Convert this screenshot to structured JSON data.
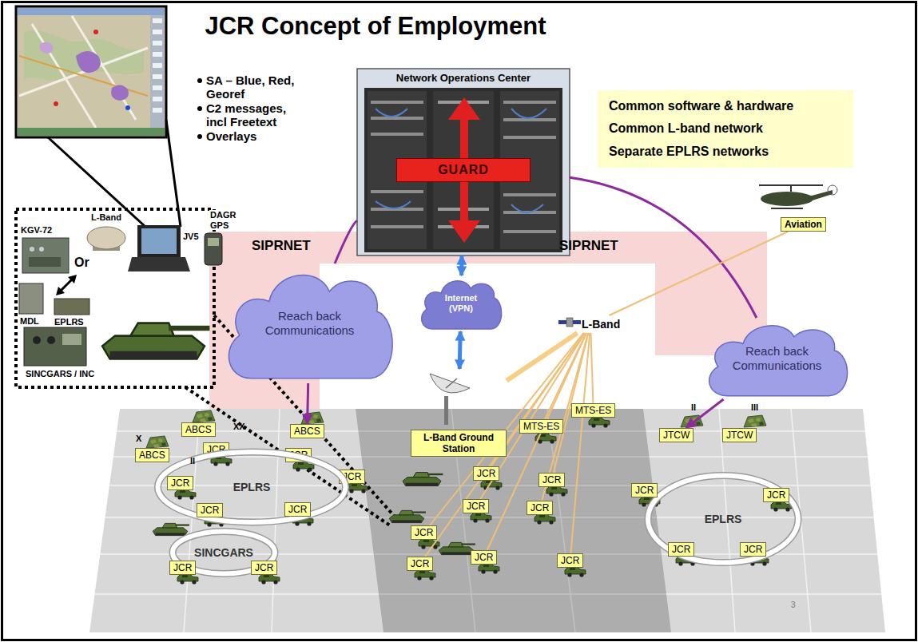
{
  "diagram": {
    "title": "JCR Concept of Employment",
    "nodes": [
      {
        "text": [
          "Network Operations Center"
        ]
      },
      {
        "text": [
          "GUARD"
        ],
        "in": 0
      },
      {
        "text": [
          "Common software & hardware",
          "Common L-band network",
          "Separate EPLRS networks"
        ]
      },
      {
        "text": [
          "Aviation"
        ]
      },
      {
        "text": [
          "Reach back Communications"
        ]
      },
      {
        "text": [
          "Internet (VPN)"
        ]
      },
      {
        "text": [
          "L-Band"
        ]
      },
      {
        "text": [
          "Reach back Communications"
        ]
      },
      {
        "text": [
          "L-Band Ground Station"
        ]
      },
      {
        "text": [
          "MTS-ES"
        ]
      },
      {
        "text": [
          "MTS-ES"
        ]
      },
      {
        "text": [
          "ABCS"
        ]
      },
      {
        "text": [
          "ABCS"
        ]
      },
      {
        "text": [
          "ABCS"
        ]
      },
      {
        "text": [
          "JCR"
        ]
      },
      {
        "text": [
          "JCR"
        ]
      },
      {
        "text": [
          "JCR"
        ]
      },
      {
        "text": [
          "JCR"
        ]
      },
      {
        "text": [
          "EPLRS"
        ]
      },
      {
        "text": [
          "JCR"
        ]
      },
      {
        "text": [
          "JCR"
        ]
      },
      {
        "text": [
          "SINCGARS"
        ]
      },
      {
        "text": [
          "JCR"
        ]
      },
      {
        "text": [
          "JCR"
        ]
      },
      {
        "text": [
          "JCR"
        ]
      },
      {
        "text": [
          "JCR"
        ]
      },
      {
        "text": [
          "JCR"
        ]
      },
      {
        "text": [
          "JCR"
        ]
      },
      {
        "text": [
          "JCR"
        ]
      },
      {
        "text": [
          "JCR"
        ]
      },
      {
        "text": [
          "JCR"
        ]
      },
      {
        "text": [
          "JCR"
        ]
      },
      {
        "text": [
          "JTCW"
        ]
      },
      {
        "text": [
          "JTCW"
        ]
      },
      {
        "text": [
          "EPLRS"
        ]
      },
      {
        "text": [
          "JCR"
        ]
      },
      {
        "text": [
          "JCR"
        ]
      },
      {
        "text": [
          "JCR"
        ]
      },
      {
        "text": [
          "JCR"
        ]
      }
    ],
    "edges": [
      {
        "from": 0,
        "to": 4,
        "arrow": "none"
      },
      {
        "from": 4,
        "to": 12,
        "arrow": "to"
      },
      {
        "from": 0,
        "to": 7,
        "arrow": "none"
      },
      {
        "from": 7,
        "to": 32,
        "arrow": "to"
      },
      {
        "from": 0,
        "to": 5,
        "arrow": "both"
      },
      {
        "from": 5,
        "to": 8,
        "arrow": "both"
      },
      {
        "from": 6,
        "to": 8,
        "arrow": "none"
      },
      {
        "from": 6,
        "to": 3,
        "arrow": "none"
      },
      {
        "from": 6,
        "to": 9,
        "arrow": "none"
      },
      {
        "from": 6,
        "to": 10,
        "arrow": "none"
      },
      {
        "from": 6,
        "to": 24,
        "arrow": "none"
      },
      {
        "from": 6,
        "to": 25,
        "arrow": "none"
      },
      {
        "from": 6,
        "to": 26,
        "arrow": "none"
      },
      {
        "from": 6,
        "to": 27,
        "arrow": "none"
      },
      {
        "from": 6,
        "to": 28,
        "arrow": "none"
      },
      {
        "from": 6,
        "to": 29,
        "arrow": "none"
      },
      {
        "from": 6,
        "to": 30,
        "arrow": "none"
      },
      {
        "from": 6,
        "to": 31,
        "arrow": "none"
      }
    ],
    "labels": [
      "SA – Blue, Red, Georef",
      "C2 messages, incl Freetext",
      "Overlays",
      "KGV-72",
      "L-Band",
      "JV5",
      "DAGR GPS",
      "Or",
      "MDL",
      "EPLRS",
      "SINCGARS / INC",
      "SIPRNET",
      "SIPRNET",
      "X",
      "XX",
      "II",
      "II",
      "III",
      "3"
    ]
  }
}
